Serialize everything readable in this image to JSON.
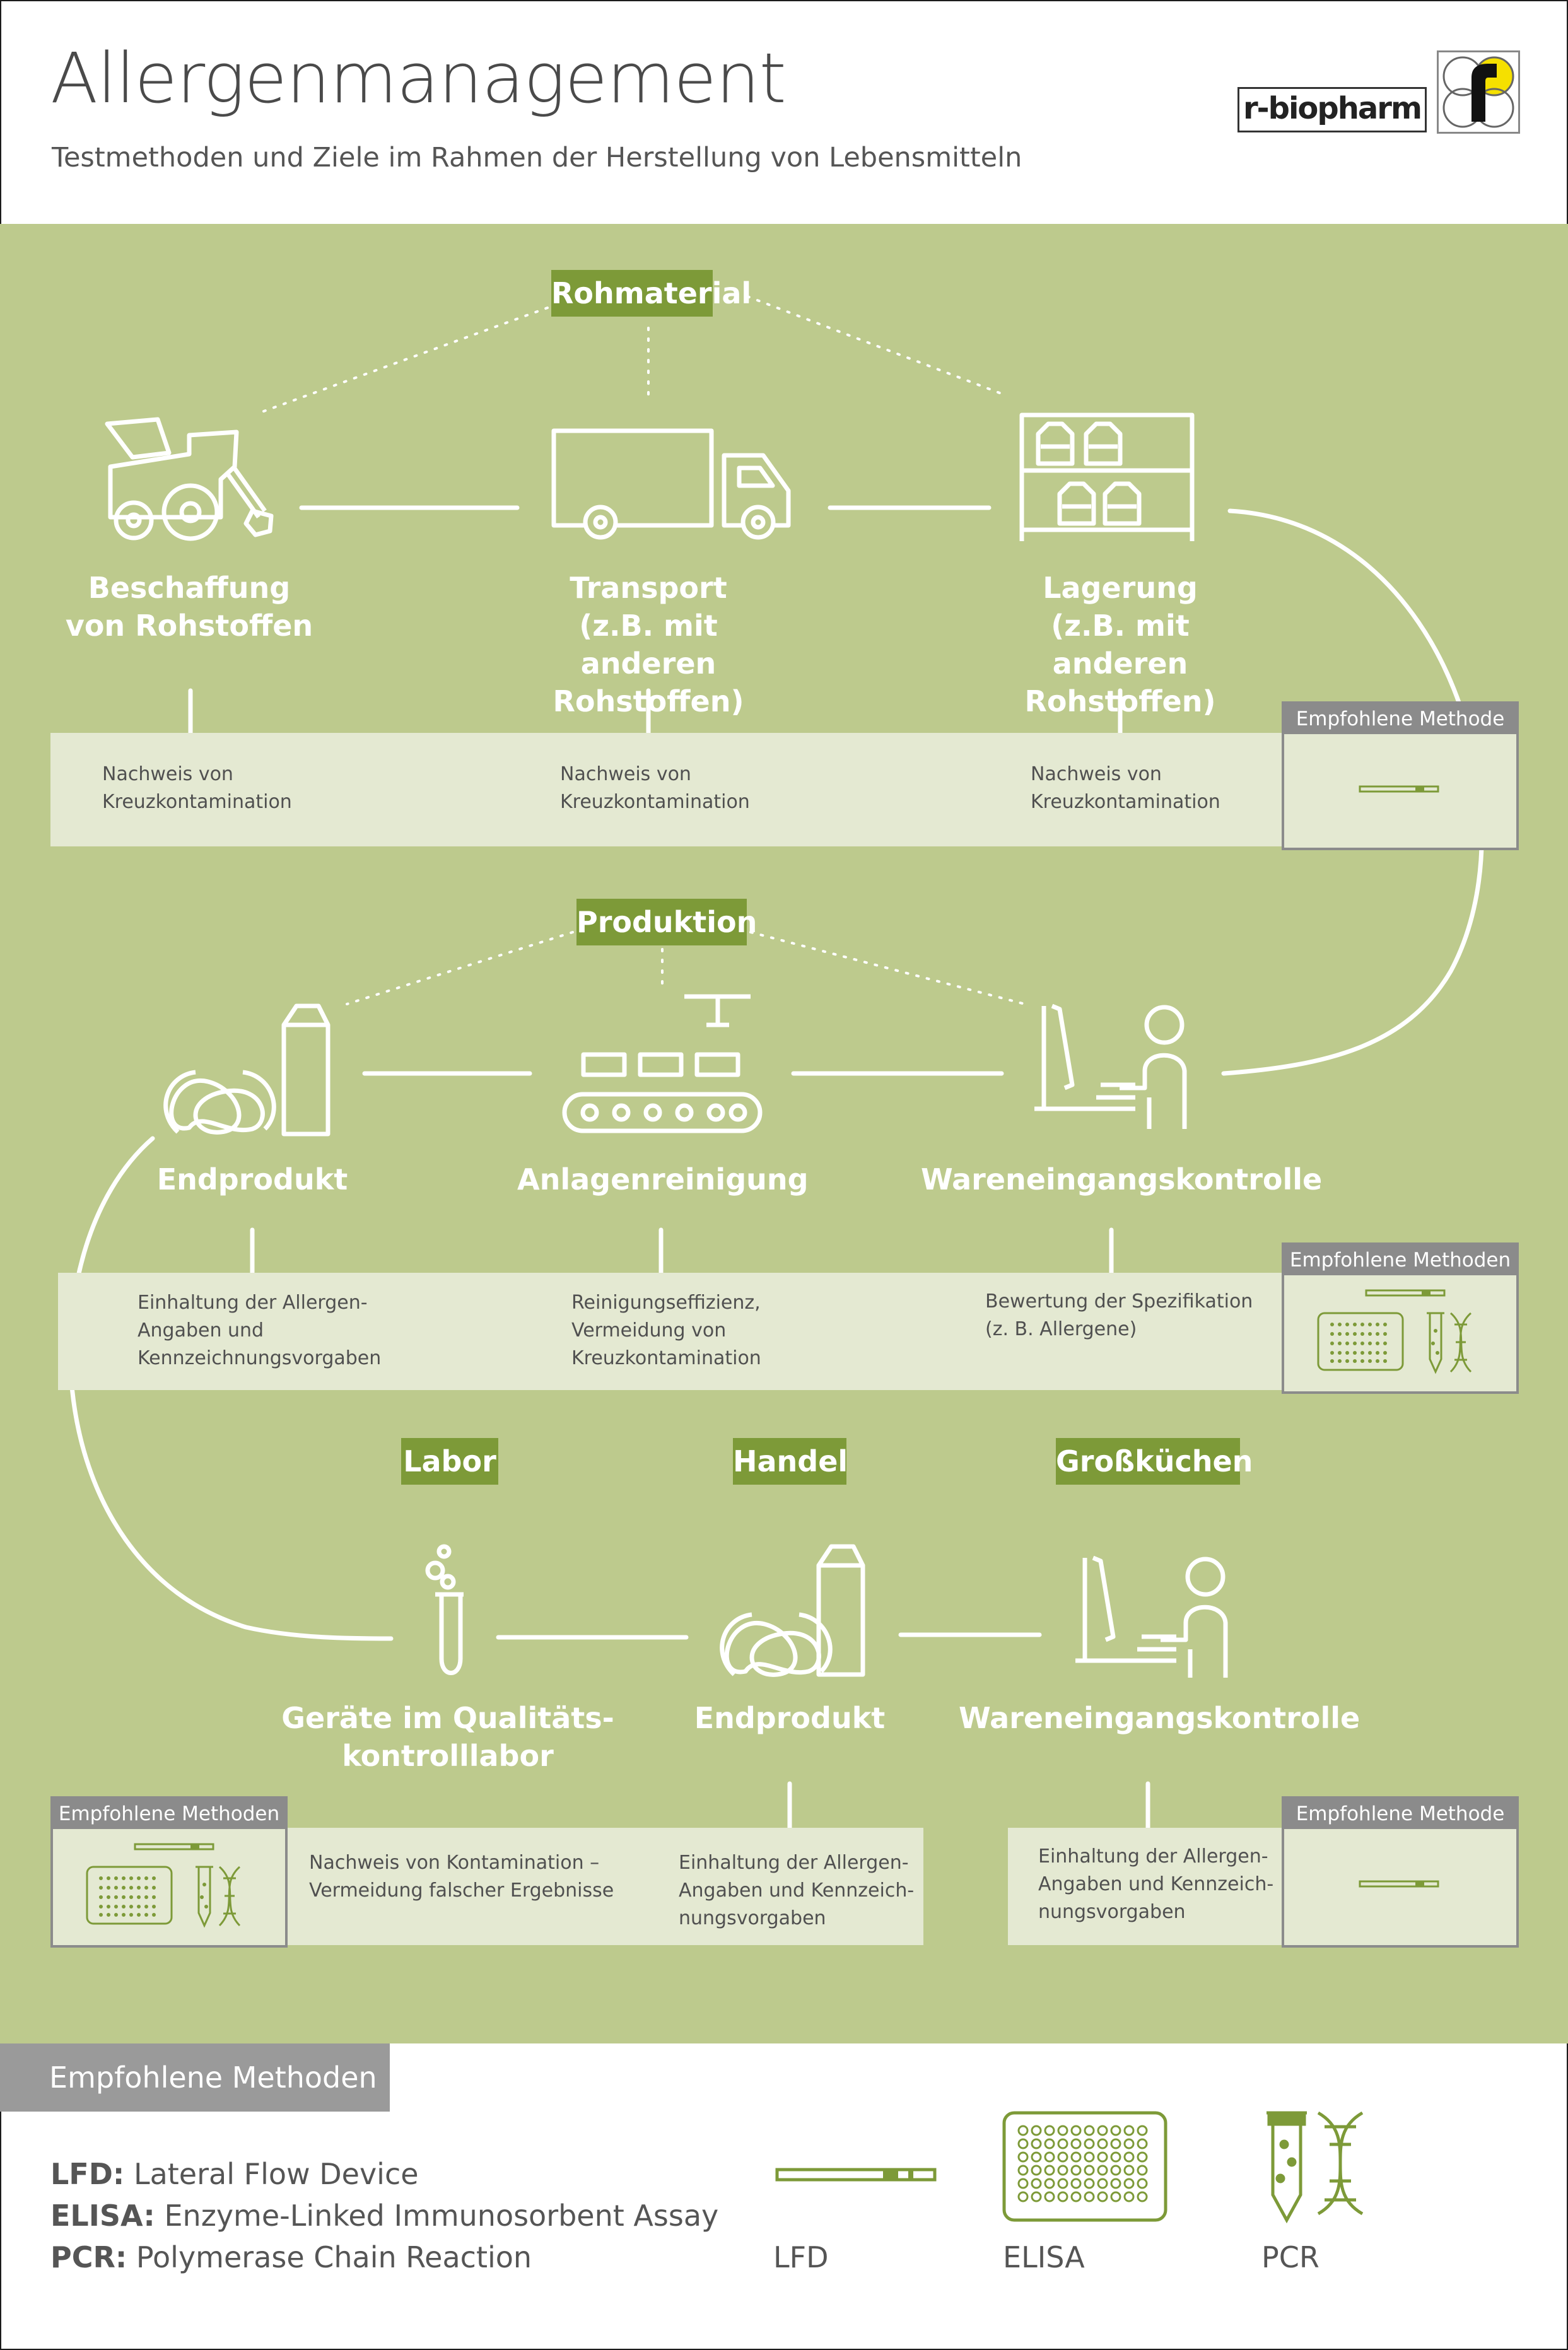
{
  "header": {
    "title": "Allergenmanagement",
    "subtitle": "Testmethoden und Ziele im Rahmen der Herstellung von Lebensmitteln",
    "logo": "r-biopharm"
  },
  "sections": {
    "rohmaterial": "Rohmaterial",
    "produktion": "Produktion",
    "labor": "Labor",
    "handel": "Handel",
    "grosskuechen": "Großküchen"
  },
  "stages": {
    "beschaffung": "Beschaffung\nvon Rohstoffen",
    "transport": "Transport\n(z.B. mit anderen\nRohstoffen)",
    "lagerung": "Lagerung\n(z.B. mit anderen\nRohstoffen)",
    "endprodukt1": "Endprodukt",
    "anlagenreinigung": "Anlagenreinigung",
    "wareneingang1": "Wareneingangskontrolle",
    "geraete": "Geräte im Qualitäts-\nkontrolllabor",
    "endprodukt2": "Endprodukt",
    "wareneingang2": "Wareneingangskontrolle"
  },
  "notes": {
    "row1_a": "Nachweis von\nKreuzkontamination",
    "row1_b": "Nachweis von\nKreuzkontamination",
    "row1_c": "Nachweis von\nKreuzkontamination",
    "row2_a": "Einhaltung der Allergen-\nAngaben und\nKennzeichnungsvorgaben",
    "row2_b": "Reinigungseffizienz,\nVermeidung von\nKreuzkontamination",
    "row2_c": "Bewertung der Spezifikation\n(z. B. Allergene)",
    "row3_a": "Nachweis von Kontamination –\nVermeidung falscher Ergebnisse",
    "row3_b": "Einhaltung der Allergen-\nAngaben und Kennzeich-\nnungsvorgaben",
    "row3_c": "Einhaltung der Allergen-\nAngaben und Kennzeich-\nnungsvorgaben"
  },
  "method_boxes": {
    "row1": "Empfohlene Methode",
    "row2": "Empfohlene Methoden",
    "row3_left": "Empfohlene Methoden",
    "row3_right": "Empfohlene Methode"
  },
  "legend": {
    "heading": "Empfohlene Methoden",
    "items": [
      {
        "abbr": "LFD:",
        "text": "Lateral Flow Device"
      },
      {
        "abbr": "ELISA:",
        "text": "Enzyme-Linked Immunosorbent Assay"
      },
      {
        "abbr": "PCR:",
        "text": "Polymerase Chain Reaction"
      }
    ],
    "captions": [
      "LFD",
      "ELISA",
      "PCR"
    ]
  },
  "colors": {
    "background_green": "#bdca8d",
    "tag_green": "#7d9a38",
    "band": "#e4e9d2",
    "gray": "#8b8b8b"
  }
}
